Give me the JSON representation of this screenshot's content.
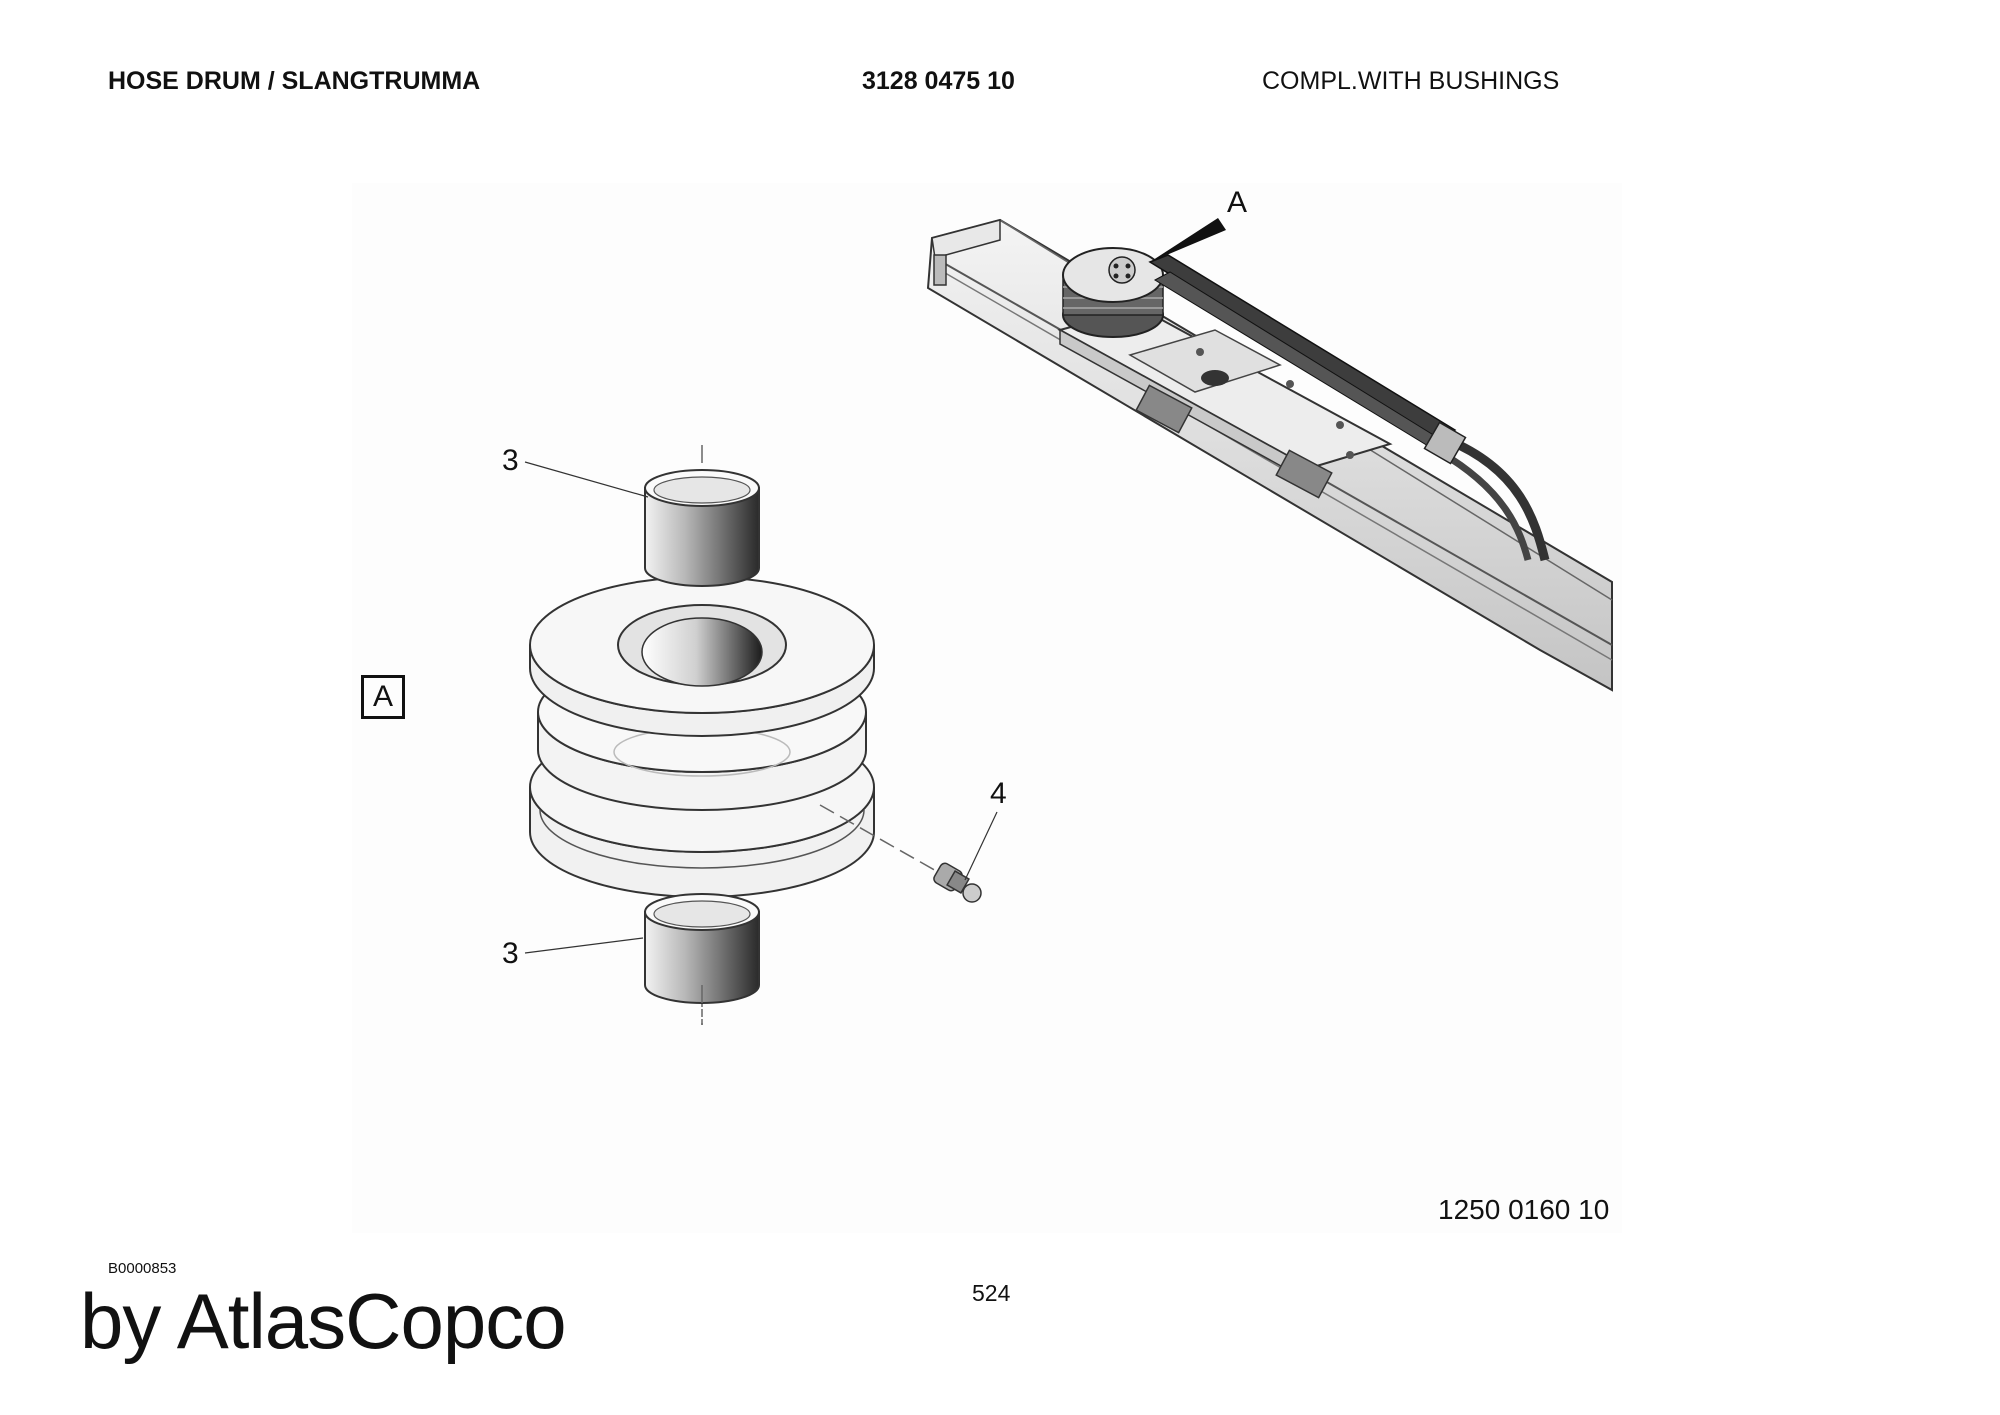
{
  "header": {
    "title": "HOSE DRUM / SLANGTRUMMA",
    "part_number": "3128 0475 10",
    "description": "COMPL.WITH BUSHINGS"
  },
  "drawing": {
    "view_label": "A",
    "detail_pointer_label": "A",
    "callouts": {
      "bushing_top": "3",
      "bushing_bottom": "3",
      "grease_nipple": "4"
    },
    "drawing_number": "1250 0160 10"
  },
  "footer": {
    "doc_code": "B0000853",
    "page_number": "524",
    "brand": "by AtlasCopco"
  }
}
